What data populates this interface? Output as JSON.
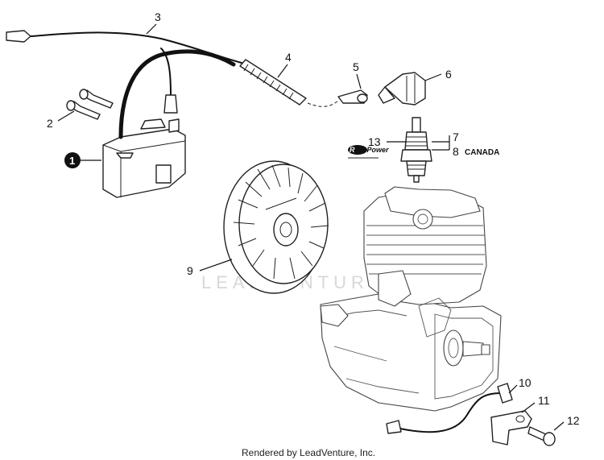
{
  "diagram": {
    "watermark": "LEADVENTURE",
    "footer": "Rendered by LeadVenture, Inc.",
    "repower_logo": "RePower",
    "callouts": [
      {
        "id": "1",
        "label": "1",
        "highlighted": true
      },
      {
        "id": "2",
        "label": "2"
      },
      {
        "id": "3",
        "label": "3"
      },
      {
        "id": "4",
        "label": "4"
      },
      {
        "id": "5",
        "label": "5"
      },
      {
        "id": "6",
        "label": "6"
      },
      {
        "id": "7",
        "label": "7"
      },
      {
        "id": "8",
        "label": "8"
      },
      {
        "id": "8-note",
        "label": "CANADA"
      },
      {
        "id": "9",
        "label": "9"
      },
      {
        "id": "10",
        "label": "10"
      },
      {
        "id": "11",
        "label": "11"
      },
      {
        "id": "12",
        "label": "12"
      },
      {
        "id": "13",
        "label": "13"
      }
    ],
    "colors": {
      "ink": "#111111",
      "badge": "#111111",
      "watermark": "#d8d8d8"
    }
  }
}
